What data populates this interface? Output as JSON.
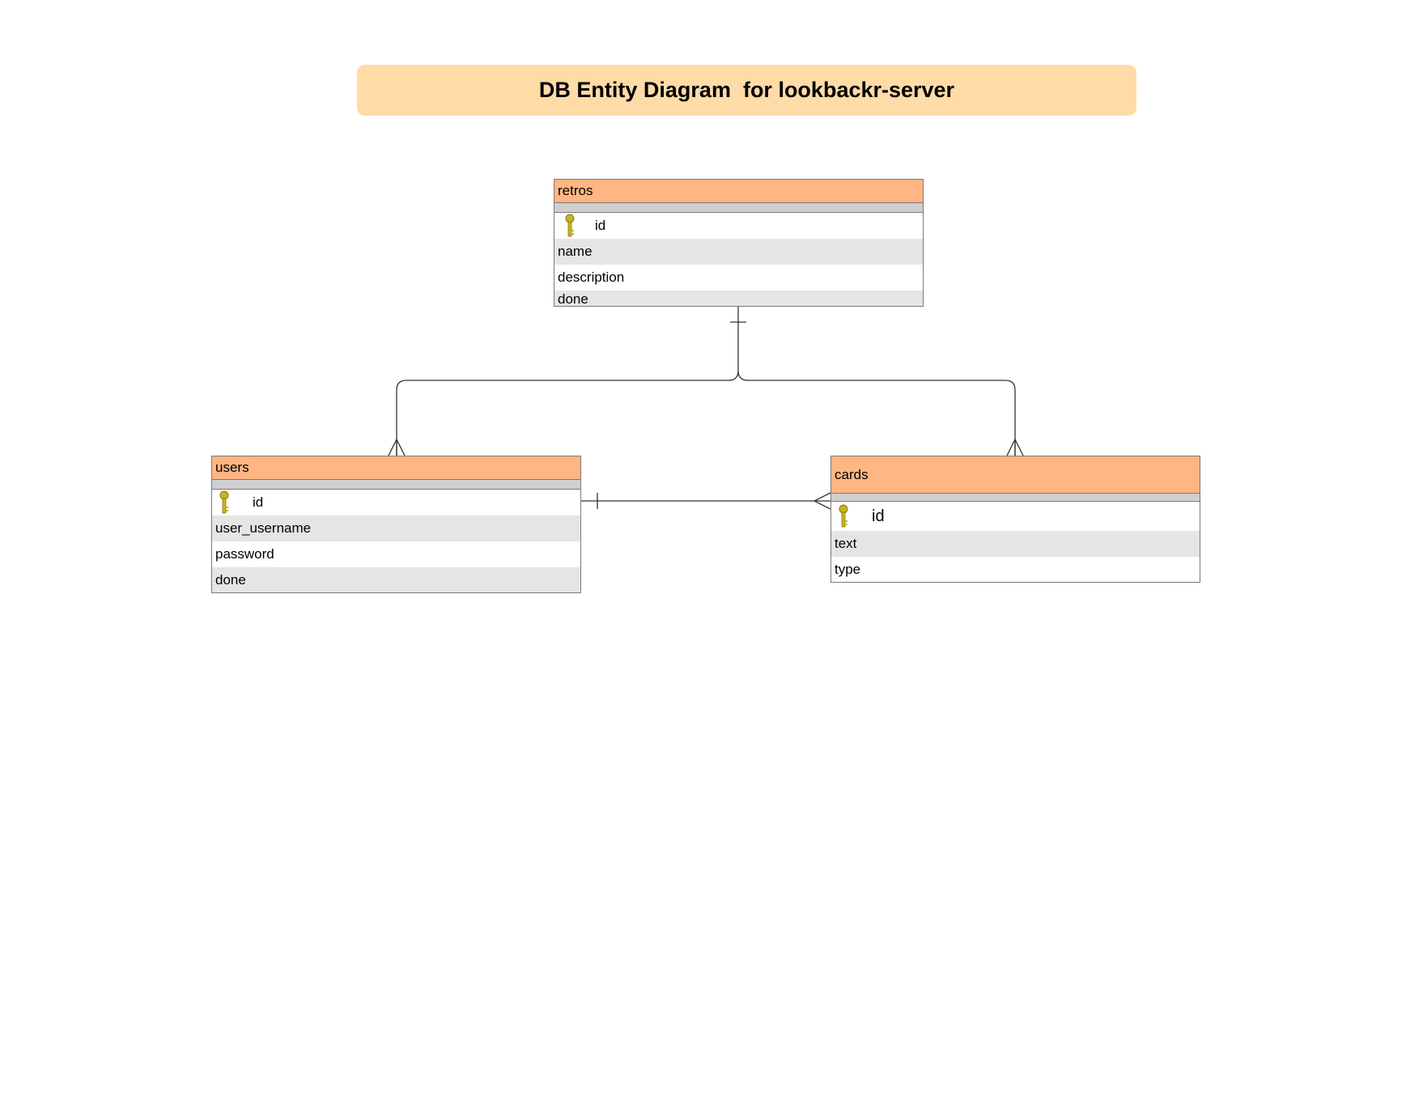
{
  "title": "DB Entity Diagram  for lookbackr-server",
  "entities": {
    "retros": {
      "name": "retros",
      "primary_key": "id",
      "fields": [
        "name",
        "description",
        "done"
      ]
    },
    "users": {
      "name": "users",
      "primary_key": "id",
      "fields": [
        "user_username",
        "password",
        "done"
      ]
    },
    "cards": {
      "name": "cards",
      "primary_key": "id",
      "fields": [
        "text",
        "type"
      ]
    }
  },
  "relationships": [
    {
      "from": "retros",
      "to": "users",
      "from_cardinality": "one",
      "to_cardinality": "many"
    },
    {
      "from": "retros",
      "to": "cards",
      "from_cardinality": "one",
      "to_cardinality": "many"
    },
    {
      "from": "users",
      "to": "cards",
      "from_cardinality": "one",
      "to_cardinality": "many"
    }
  ],
  "colors": {
    "title_banner": "#ffdba7",
    "entity_header": "#ffb682",
    "separator": "#cfcfcf",
    "alt_row": "#e5e5e5",
    "key_icon": "#c8b41e"
  },
  "icons": {
    "primary_key": "key-icon"
  }
}
